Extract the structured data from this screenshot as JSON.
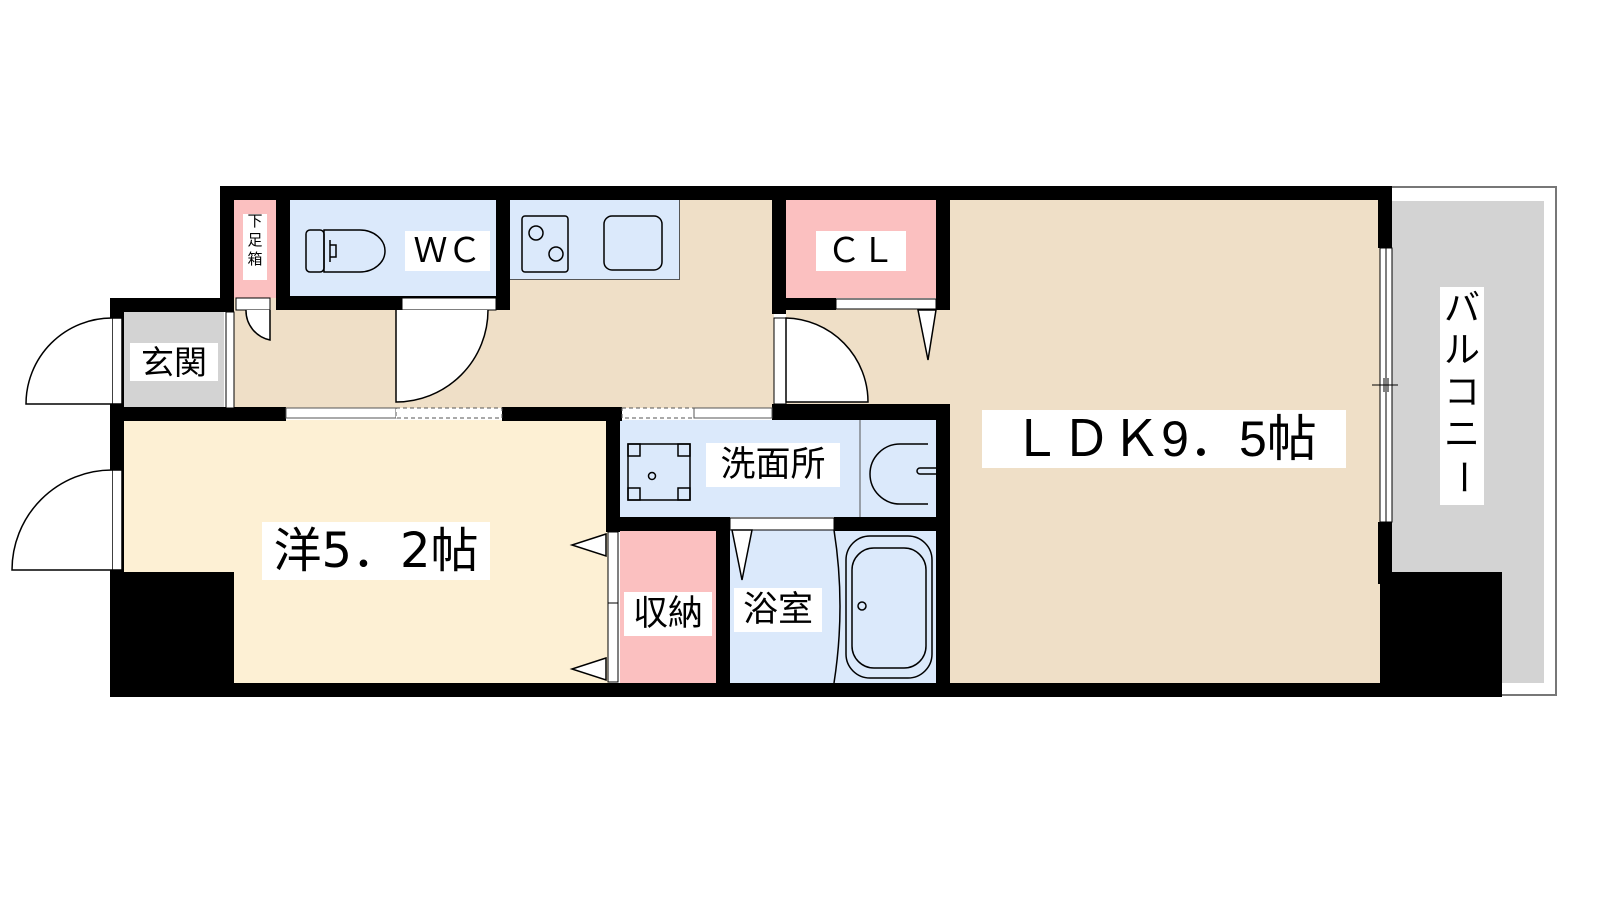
{
  "floor_plan": {
    "type": "apartment-1LDK-floor-plan",
    "rooms": {
      "ldk": {
        "label": "ＬＤＫ9．5帖",
        "type": "LDK",
        "size_jo": 9.5
      },
      "western": {
        "label": "洋5．2帖",
        "type": "western-room",
        "size_jo": 5.2
      },
      "wc": {
        "label": "ＷＣ"
      },
      "closet": {
        "label": "ＣＬ"
      },
      "shoe_box": {
        "label": "下足箱",
        "chars": [
          "下",
          "足",
          "箱"
        ]
      },
      "entrance": {
        "label": "玄関"
      },
      "washroom": {
        "label": "洗面所"
      },
      "bathroom": {
        "label": "浴室"
      },
      "storage": {
        "label": "収納"
      },
      "balcony": {
        "label": "バルコニー",
        "chars": [
          "バ",
          "ル",
          "コ",
          "ニ",
          "ー"
        ]
      }
    },
    "colors": {
      "wall": "#000000",
      "ldk_floor": "#efdfc7",
      "western_floor": "#fdf0d4",
      "wet_area": "#dbe9fb",
      "storage": "#fbc0c0",
      "entrance": "#d3d3d3",
      "balcony": "#d3d3d3",
      "door": "#ffffff"
    },
    "fixtures": [
      "toilet",
      "two-burner-stove",
      "kitchen-sink",
      "washing-machine-pan",
      "washbasin",
      "bathtub"
    ]
  }
}
